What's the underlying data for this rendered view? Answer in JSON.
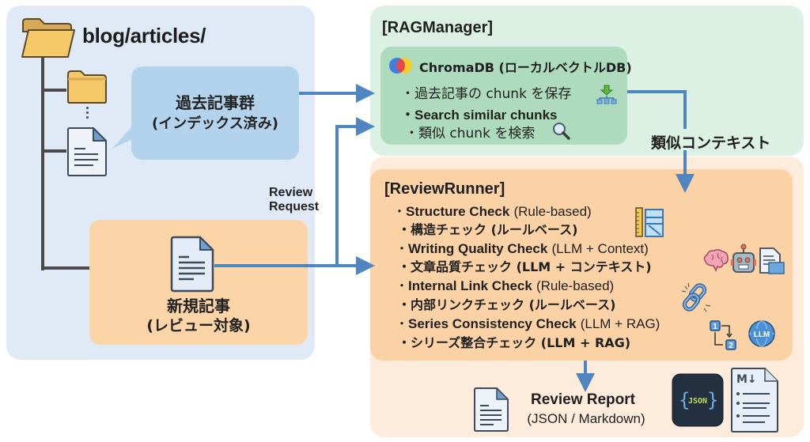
{
  "left": {
    "folder_title": "blog/articles/",
    "past_articles": {
      "title": "過去記事群",
      "subtitle": "(インデックス済み)"
    },
    "new_article": {
      "title": "新規記事",
      "subtitle": "(レビュー対象)"
    },
    "review_request_label": [
      "Review",
      "Request"
    ]
  },
  "rag_manager": {
    "title": "[RAGManager]",
    "chromadb": {
      "title": "ChromaDB (ローカルベクトルDB)",
      "items": [
        "・過去記事の chunk を保存",
        "・Search similar chunks",
        "・類似 chunk を検索"
      ]
    },
    "context_label": "類似コンテキスト"
  },
  "review_runner": {
    "title": "[ReviewRunner]",
    "checks": [
      {
        "name": "Structure Check",
        "method": "(Rule-based)",
        "jp": "・構造チェック (ルールベース)"
      },
      {
        "name": "Writing Quality Check",
        "method": "(LLM + Context)",
        "jp": "・文章品質チェック (LLM + コンテキスト)"
      },
      {
        "name": "Internal Link Check",
        "method": "(Rule-based)",
        "jp": "・内部リンクチェック (ルールベース)"
      },
      {
        "name": "Series Consistency Check",
        "method": "(LLM + RAG)",
        "jp": "・シリーズ整合チェック (LLM + RAG)"
      }
    ],
    "bullet": "・"
  },
  "report": {
    "title": "Review Report",
    "subtitle": "(JSON / Markdown)",
    "json_badge": "JSON",
    "markdown_badge": "M↓",
    "sequence_labels": [
      "1",
      "2"
    ],
    "globe_label": "LLM"
  },
  "icons": {
    "folder": "folder-icon",
    "document": "document-icon",
    "chroma_logo": "chromadb-logo-icon",
    "hierarchy": "hierarchy-download-icon",
    "search": "magnifier-icon",
    "ruler": "ruler-layout-icon",
    "brain": "brain-icon",
    "robot": "robot-icon",
    "doc_copy": "document-copy-icon",
    "link": "broken-link-icon",
    "sequence": "sequence-icon",
    "globe": "llm-globe-icon",
    "json": "json-icon",
    "markdown": "markdown-file-icon"
  },
  "colors": {
    "arrow": "#4f86bf",
    "left_panel": "#dfeaf6",
    "bubble": "#b3d3ec",
    "orange": "#fbd4a8",
    "rag_panel": "#dcf0e4",
    "chroma_box": "#aedbbd",
    "review_outer": "#fdecdc",
    "tree_line": "#4a4a4a"
  }
}
